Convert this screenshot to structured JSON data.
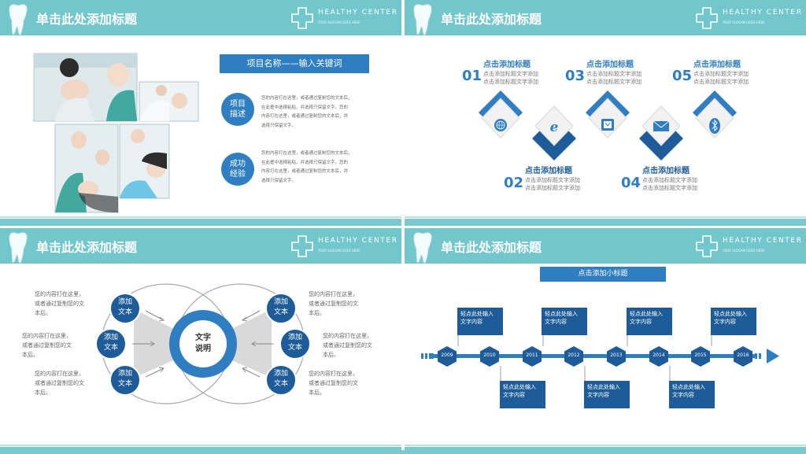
{
  "header": {
    "title": "单击此处添加标题",
    "brand": "HEALTHY CENTER",
    "slogan": "YOUR SLOGAN GOES HERE"
  },
  "colors": {
    "header_teal": "#72c7cc",
    "primary_blue": "#2f7ec2",
    "dark_blue": "#1e5c99",
    "light_gray": "#d9d9d9"
  },
  "slide1": {
    "project_banner": "项目名称——输入关键词",
    "items": [
      {
        "circle": [
          "项目",
          "描述"
        ],
        "text": [
          "您的内容打在这里，或者通过复制您的文本后，",
          "在此框中选择粘贴，并选择只保留文字。您的",
          "内容打在这里，或者通过复制您的文本后，并",
          "选择只保留文字。"
        ]
      },
      {
        "circle": [
          "成功",
          "经验"
        ],
        "text": [
          "您的内容打在这里，或者通过复制您的文本后，",
          "在此框中选择粘贴，并选择只保留文字。您的",
          "内容打在这里，或者通过复制您的文本后，并",
          "选择只保留文字。"
        ]
      }
    ]
  },
  "slide2": {
    "steps": [
      {
        "num": "01",
        "title": "点击添加标题",
        "lines": [
          "点击添加标题文字添加",
          "点击添加标题文字添加"
        ],
        "icon": "globe-icon"
      },
      {
        "num": "02",
        "title": "点击添加标题",
        "lines": [
          "点击添加标题文字添加",
          "点击添加标题文字添加"
        ],
        "icon": "ie-icon"
      },
      {
        "num": "03",
        "title": "点击添加标题",
        "lines": [
          "点击添加标题文字添加",
          "点击添加标题文字添加"
        ],
        "icon": "tablet-icon"
      },
      {
        "num": "04",
        "title": "点击添加标题",
        "lines": [
          "点击添加标题文字添加",
          "点击添加标题文字添加"
        ],
        "icon": "mail-icon"
      },
      {
        "num": "05",
        "title": "点击添加标题",
        "lines": [
          "点击添加标题文字添加",
          "点击添加标题文字添加"
        ],
        "icon": "bluetooth-icon"
      }
    ]
  },
  "slide3": {
    "center": [
      "文字",
      "说明"
    ],
    "circle_label": [
      "添加",
      "文本"
    ],
    "body": [
      "您的内容打在这里，",
      "或者通过复制您的文",
      "本后。"
    ]
  },
  "slide4": {
    "subtitle": "点击添加小标题",
    "years": [
      "2009",
      "2010",
      "2011",
      "2012",
      "2013",
      "2014",
      "2015",
      "2016"
    ],
    "box_text": [
      "轻点此处输入",
      "文字内容"
    ]
  }
}
